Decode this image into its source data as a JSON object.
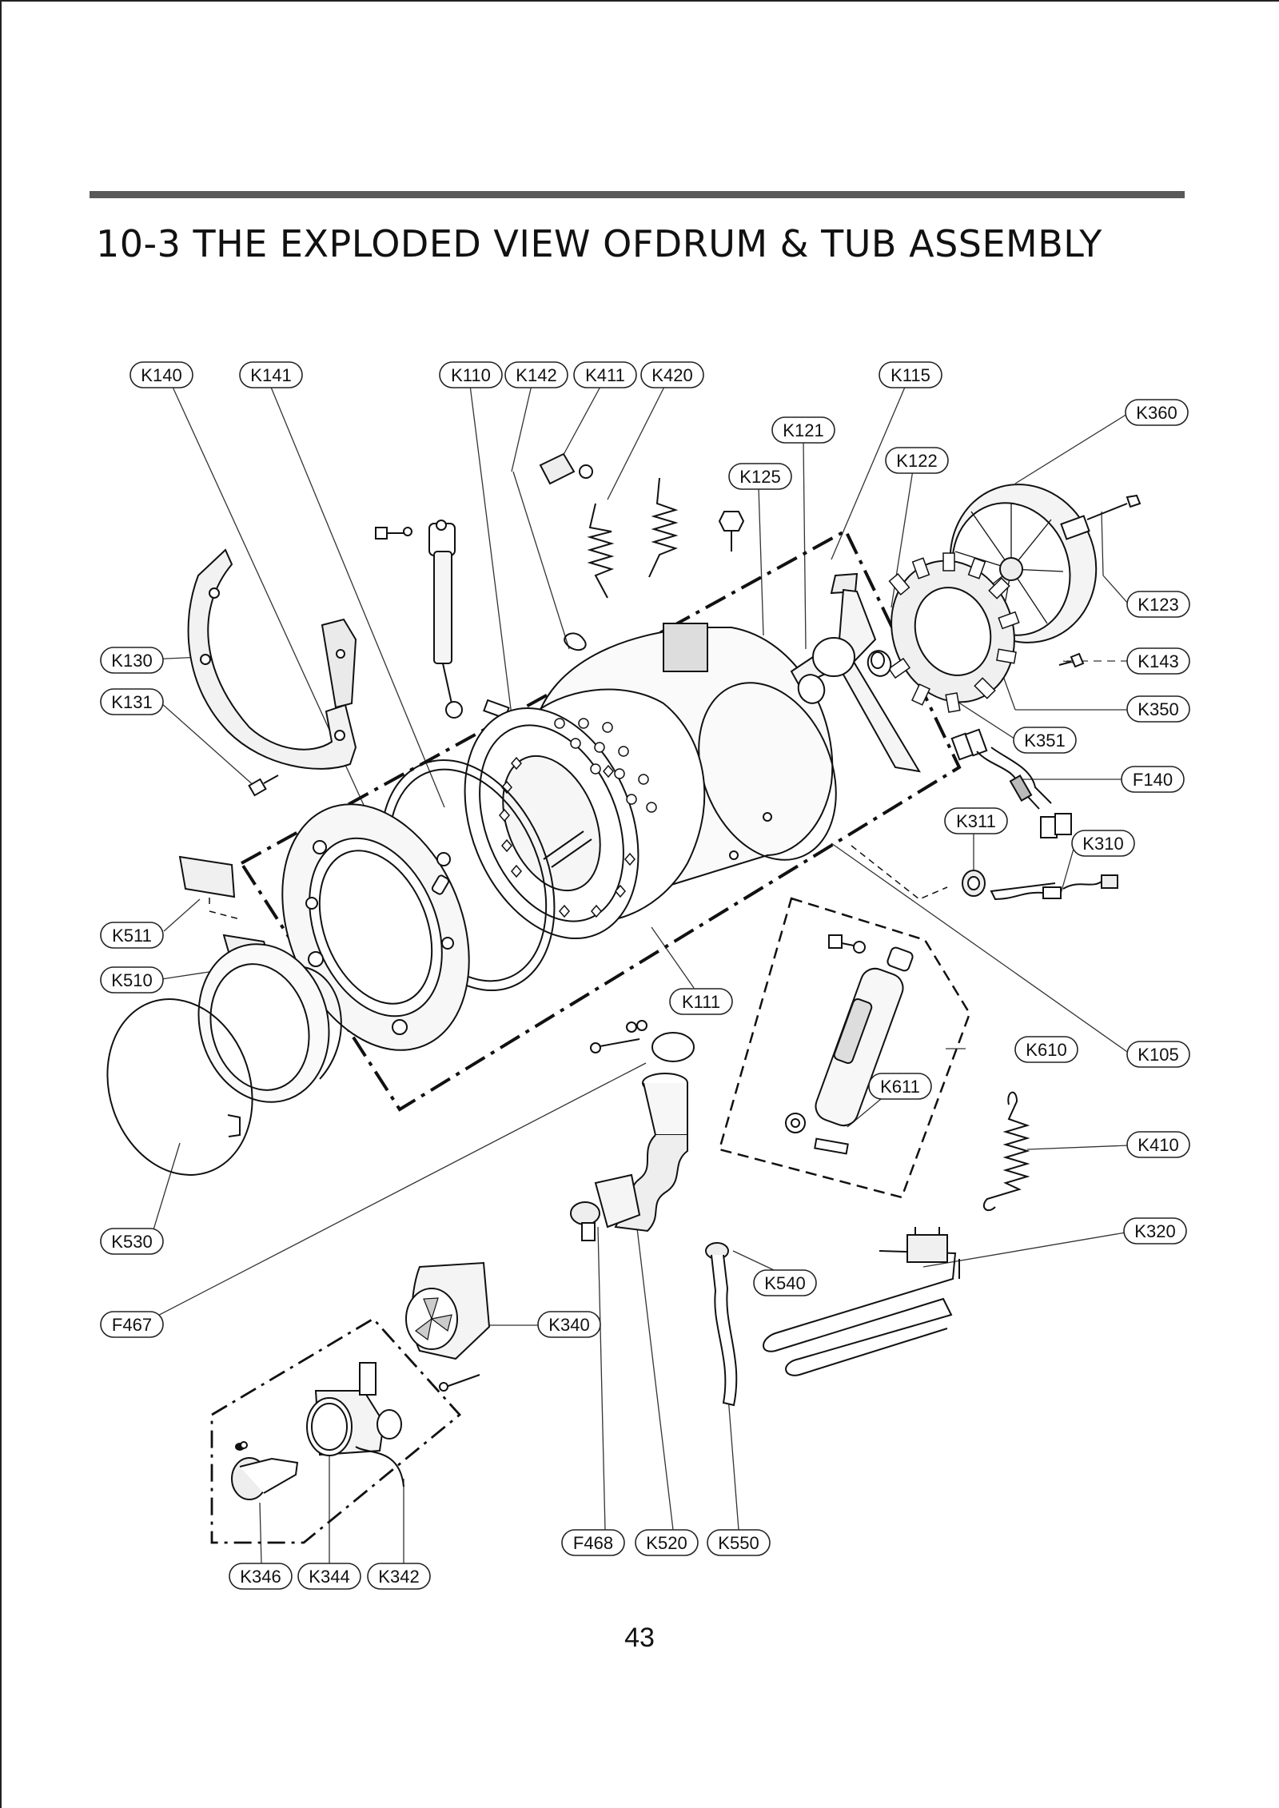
{
  "header": {
    "title": "10-3 THE EXPLODED VIEW OFDRUM & TUB ASSEMBLY"
  },
  "part_labels": [
    "K140",
    "K141",
    "K110",
    "K142",
    "K411",
    "K420",
    "K115",
    "K360",
    "K121",
    "K122",
    "K125",
    "K123",
    "K130",
    "K143",
    "K131",
    "K350",
    "K351",
    "F140",
    "K311",
    "K310",
    "K511",
    "K510",
    "K111",
    "K610",
    "K105",
    "K611",
    "K410",
    "K530",
    "K320",
    "K540",
    "F467",
    "K340",
    "F468",
    "K520",
    "K550",
    "K346",
    "K344",
    "K342"
  ],
  "footer": {
    "page_number": "43"
  }
}
